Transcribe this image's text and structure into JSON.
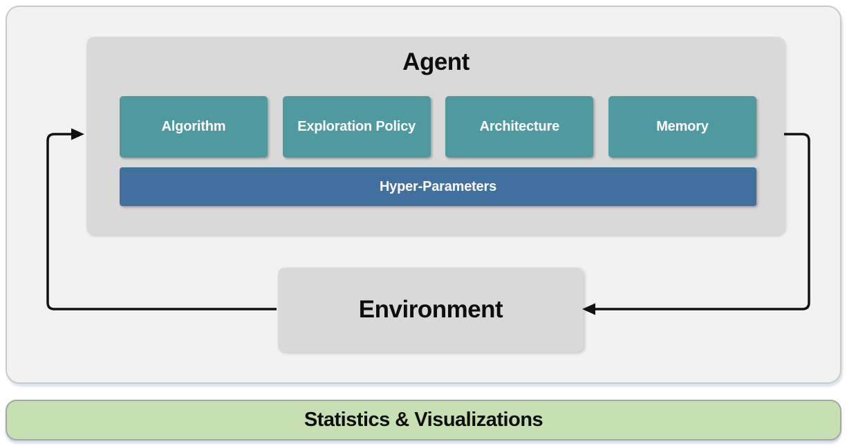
{
  "diagram": {
    "title_hint": "Reinforcement learning agent-environment loop",
    "agent": {
      "title": "Agent",
      "components": [
        "Algorithm",
        "Exploration Policy",
        "Architecture",
        "Memory"
      ],
      "hyper_parameters_label": "Hyper-Parameters"
    },
    "environment": {
      "title": "Environment"
    },
    "footer": {
      "label": "Statistics & Visualizations"
    },
    "colors": {
      "outer_panel_fill": "#f2f2f2",
      "outer_panel_border": "#c9c9c9",
      "agent_box_fill": "#d9d9d9",
      "environment_box_fill": "#d9d9d9",
      "component_fill": "#4f9aa1",
      "hyper_parameters_fill": "#42709e",
      "footer_fill": "#c6e0b4",
      "footer_border": "#a6a6a6",
      "arrow_color": "#111111",
      "text_dark": "#0d0d0d",
      "text_light": "#ffffff"
    }
  }
}
